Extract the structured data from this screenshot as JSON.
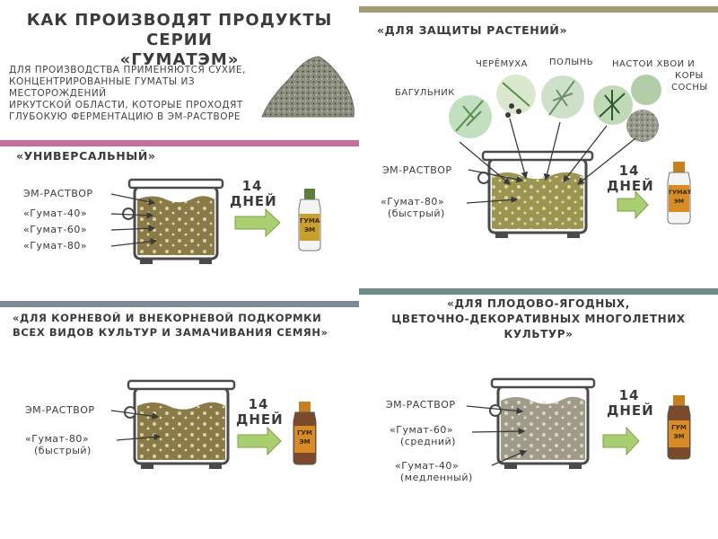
{
  "title": {
    "line1": "Как производят продукты серии",
    "line2": "«ГуматЭМ»"
  },
  "intro": {
    "line1": "Для производства применяются сухие,",
    "line2": "концентрированные гуматы из месторождений",
    "line3": "Иркутской области, которые проходят",
    "line4": "глубокую ферментацию в ЭМ-растворе"
  },
  "colors": {
    "bar_universal": "#c5709c",
    "bar_protection": "#a39c72",
    "bar_root": "#7c8a98",
    "bar_fruit": "#6f8b87",
    "liquid_brown": "#8a7a45",
    "liquid_green": "#9c9550",
    "arrow_green": "#a9cf70",
    "pot": "#4a4a4a"
  },
  "sections": {
    "universal": {
      "title": "«Универсальный»",
      "labels": [
        "ЭМ-раствор",
        "«Гумат-40»",
        "«Гумат-60»",
        "«Гумат-80»"
      ],
      "days_number": "14",
      "days_word": "дней",
      "bottle_text1": "ГУМА",
      "bottle_text2": "ЭМ"
    },
    "protection": {
      "title": "«Для защиты растений»",
      "plants": [
        "черёмуха",
        "полынь",
        "настои хвои и",
        "коры",
        "сосны",
        "багульник"
      ],
      "label_em": "ЭМ-раствор",
      "label_humate": "«Гумат-80»",
      "label_humate_note": "(быстрый)",
      "days_number": "14",
      "days_word": "дней",
      "bottle_text1": "ГУМАТ",
      "bottle_text2": "ЭМ"
    },
    "root": {
      "title_line1": "«Для корневой и внекорневой подкормки",
      "title_line2": "всех видов культур и замачивания семян»",
      "label_em": "ЭМ-раствор",
      "label_humate": "«Гумат-80»",
      "label_humate_note": "(быстрый)",
      "days_number": "14",
      "days_word": "дней",
      "bottle_text1": "ГУМ",
      "bottle_text2": "ЭМ"
    },
    "fruit": {
      "title_line1": "«Для плодово-ягодных,",
      "title_line2": "цветочно-декоративных многолетних",
      "title_line3": "культур»",
      "label_em": "ЭМ-раствор",
      "label_humate60": "«Гумат-60»",
      "label_humate60_note": "(средний)",
      "label_humate40": "«Гумат-40»",
      "label_humate40_note": "(медленный)",
      "days_number": "14",
      "days_word": "дней",
      "bottle_text1": "ГУМ",
      "bottle_text2": "ЭМ"
    }
  }
}
